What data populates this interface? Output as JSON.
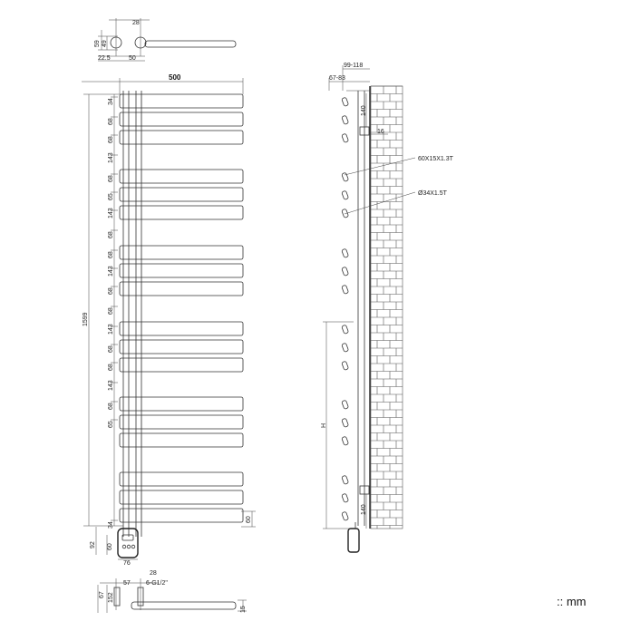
{
  "top_detail": {
    "labels": [
      "28",
      "59",
      "49",
      "22.5",
      "50"
    ]
  },
  "front_view": {
    "width_label": "500",
    "height_label": "1599",
    "spacing_labels": [
      "34",
      "68",
      "68",
      "143",
      "68",
      "65",
      "143",
      "68",
      "68",
      "143",
      "68",
      "68",
      "143",
      "68",
      "68",
      "143",
      "68",
      "65",
      "34"
    ],
    "right_label": "60",
    "bottom_left_labels": [
      "92",
      "60",
      "76"
    ]
  },
  "bottom_detail": {
    "labels": [
      "28",
      "57",
      "152",
      "6-G1/2\"",
      "67",
      "15"
    ]
  },
  "side_view": {
    "top_labels": [
      "99-118",
      "67-83"
    ],
    "labels": [
      "140",
      "16",
      "60X15X1.3T",
      "Ø34X1.5T",
      "H",
      "140"
    ]
  },
  "unit_label": ":: mm"
}
